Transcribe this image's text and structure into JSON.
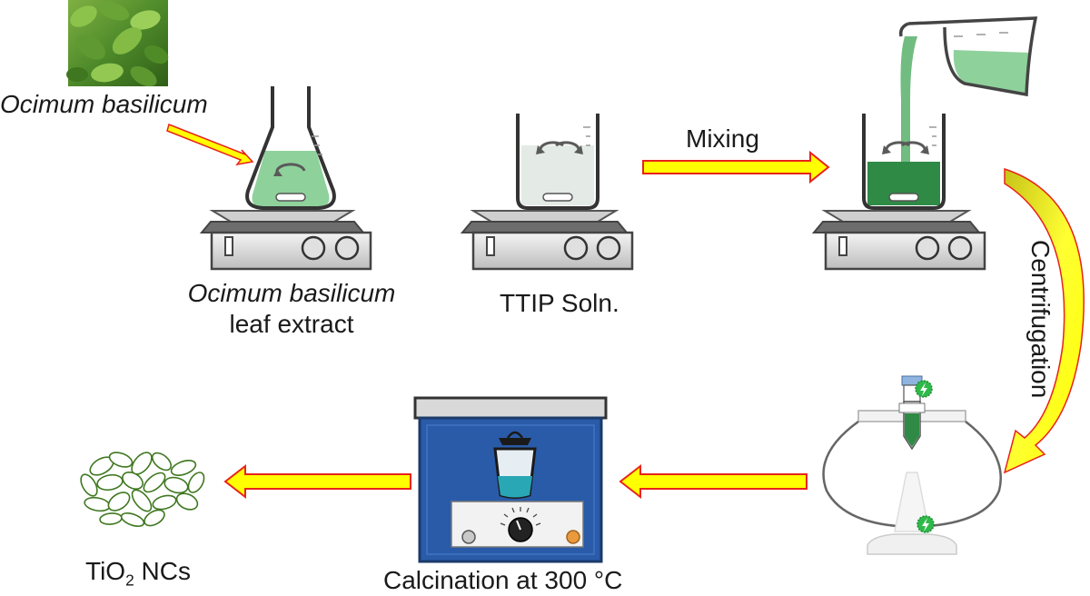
{
  "labels": {
    "plant_name_top": "Ocimum basilicum",
    "extract_name": "Ocimum basilicum",
    "extract_suffix": "leaf extract",
    "ttip": "TTIP Soln.",
    "mixing": "Mixing",
    "centrifugation": "Centrifugation",
    "calcination": "Calcination at 300 °C",
    "product_main": "TiO",
    "product_sub": "2",
    "product_tail": " NCs"
  },
  "colors": {
    "arrow_fill": "#ffff00",
    "arrow_edge": "#e8231a",
    "light_green_liquid": "#8fd19b",
    "dark_green_liquid": "#2f8a45",
    "pour_green": "#62b573",
    "furnace_blue": "#2a5ba8",
    "furnace_liquid": "#29a7b5",
    "badge_green": "#2fb94a"
  }
}
